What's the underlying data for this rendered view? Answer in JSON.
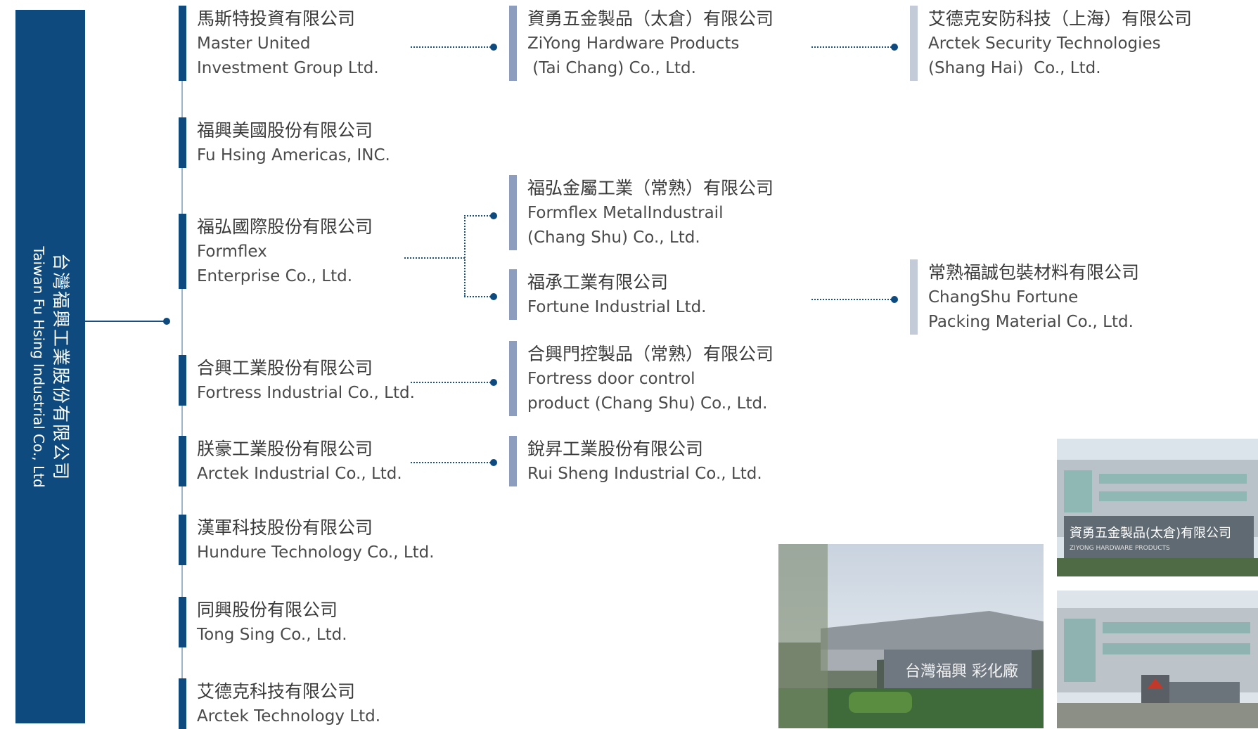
{
  "root": {
    "zh": "台灣福興工業股份有限公司",
    "en": "Taiwan Fu Hsing Industrial Co., Ltd"
  },
  "companies": {
    "master": {
      "zh": "馬斯特投資有限公司",
      "en1": "Master United",
      "en2": "Investment Group Ltd."
    },
    "americas": {
      "zh": "福興美國股份有限公司",
      "en1": "Fu Hsing Americas, INC.",
      "en2": ""
    },
    "formflex": {
      "zh": "福弘國際股份有限公司",
      "en1": "Formflex",
      "en2": "Enterprise Co., Ltd."
    },
    "fortress": {
      "zh": "合興工業股份有限公司",
      "en1": "Fortress Industrial Co., Ltd.",
      "en2": ""
    },
    "arctek_ind": {
      "zh": "朕豪工業股份有限公司",
      "en1": "Arctek Industrial Co., Ltd.",
      "en2": ""
    },
    "hundure": {
      "zh": "漢軍科技股份有限公司",
      "en1": "Hundure Technology Co., Ltd.",
      "en2": ""
    },
    "tongsing": {
      "zh": "同興股份有限公司",
      "en1": "Tong Sing Co., Ltd.",
      "en2": ""
    },
    "arctek_tech": {
      "zh": "艾德克科技有限公司",
      "en1": "Arctek Technology Ltd.",
      "en2": ""
    },
    "ziyong": {
      "zh": "資勇五金製品（太倉）有限公司",
      "en1": "ZiYong Hardware Products",
      "en2": " (Tai Chang) Co., Ltd."
    },
    "formflex_cs": {
      "zh": "福弘金屬工業（常熟）有限公司",
      "en1": "Formflex MetalIndustrail",
      "en2": "(Chang Shu) Co., Ltd."
    },
    "fortune": {
      "zh": "福承工業有限公司",
      "en1": "Fortune Industrial Ltd.",
      "en2": ""
    },
    "fortress_cs": {
      "zh": "合興門控製品（常熟）有限公司",
      "en1": "Fortress door control",
      "en2": "product (Chang Shu) Co., Ltd."
    },
    "ruisheng": {
      "zh": "銳昇工業股份有限公司",
      "en1": "Rui Sheng Industrial Co., Ltd.",
      "en2": ""
    },
    "arctek_sec": {
      "zh": "艾德克安防科技（上海）有限公司",
      "en1": "Arctek Security Technologies",
      "en2": "(Shang Hai)  Co., Ltd."
    },
    "changshu_pack": {
      "zh": "常熟福誠包裝材料有限公司",
      "en1": "ChangShu Fortune",
      "en2": "Packing Material Co., Ltd."
    }
  },
  "photos": {
    "fuhsing_sign": "台灣福興 彩化廠",
    "ziyong_sign": "資勇五金製品(太倉)有限公司",
    "ziyong_sign_en": "ZIYONG HARDWARE PRODUCTS"
  },
  "colors": {
    "primary": "#0e4a7d",
    "level2": "#8d9dbd",
    "level3": "#c4cbd8"
  }
}
